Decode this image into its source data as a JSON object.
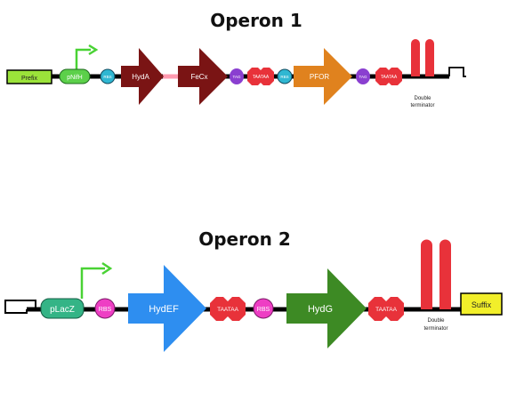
{
  "operon1": {
    "title": "Operon 1",
    "prefix": "Prefix",
    "promoter": "pNifH",
    "rbs1": "RBS",
    "gene1": "HydA",
    "gene2": "FeCx",
    "tag1": "TAG",
    "stop1": "TAATAA",
    "rbs2": "RBS",
    "gene3": "PFOR",
    "tag2": "TAG",
    "stop2": "TAATAA",
    "terminator_line1": "Double",
    "terminator_line2": "terminator"
  },
  "operon2": {
    "title": "Operon 2",
    "promoter": "pLacZ",
    "rbs1": "RBS",
    "gene1": "HydEF",
    "stop1": "TAATAA",
    "rbs2": "RBS",
    "gene2": "HydG",
    "stop2": "TAATAA",
    "terminator_line1": "Double",
    "terminator_line2": "terminator",
    "suffix": "Suffix"
  },
  "colors": {
    "backbone": "#000000",
    "prefix": "#9be33a",
    "promoter1": "#5cd04a",
    "promoter2": "#34b486",
    "arrow": "#49d234",
    "rbs1": "#2fb7d2",
    "rbs": "#ee3ec4",
    "hyd": "#7a1414",
    "linker": "#ff9bb0",
    "tag": "#8a3fd0",
    "stop": "#e8323a",
    "pfor": "#e0821e",
    "terminator": "#e8323a",
    "hydef": "#2e8ef0",
    "hydg": "#3d8a24",
    "suffix": "#f2ef2a"
  }
}
